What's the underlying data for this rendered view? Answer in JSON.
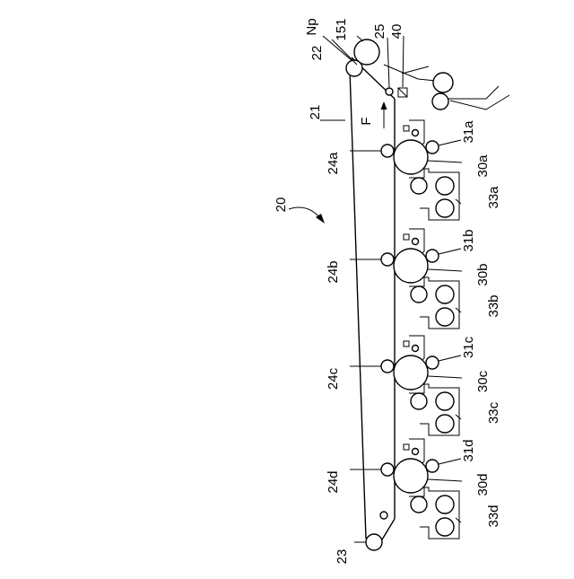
{
  "figure": {
    "labels": {
      "apparatus": "20",
      "belt": "21",
      "drive_roller": "22",
      "tension_roller": "23",
      "cleaner_roller": "25",
      "sensor": "40",
      "nip": "Np",
      "secondary_roller": "151",
      "direction": "F"
    },
    "stations": [
      {
        "transfer_roller": "24a",
        "drum": "30a",
        "charger": "31a",
        "developer": "33a"
      },
      {
        "transfer_roller": "24b",
        "drum": "30b",
        "charger": "31b",
        "developer": "33b"
      },
      {
        "transfer_roller": "24c",
        "drum": "30c",
        "charger": "31c",
        "developer": "33c"
      },
      {
        "transfer_roller": "24d",
        "drum": "30d",
        "charger": "31d",
        "developer": "33d"
      }
    ]
  }
}
